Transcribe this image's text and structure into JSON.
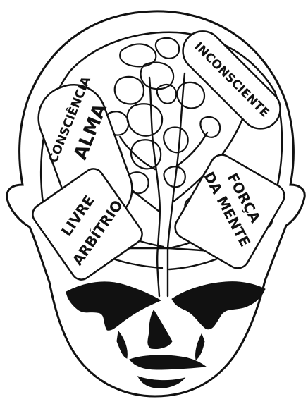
{
  "labels": {
    "consciencia": "CONSCIÊNCIA",
    "alma": "ALMA",
    "inconsciente": "INCONSCIENTE",
    "livre": "LIVRE",
    "arbitrio": "ARBÍTRIO",
    "forca": "FORÇA",
    "da_mente": "DA MENTE"
  },
  "colors": {
    "ink": "#111111",
    "paper": "#ffffff"
  }
}
